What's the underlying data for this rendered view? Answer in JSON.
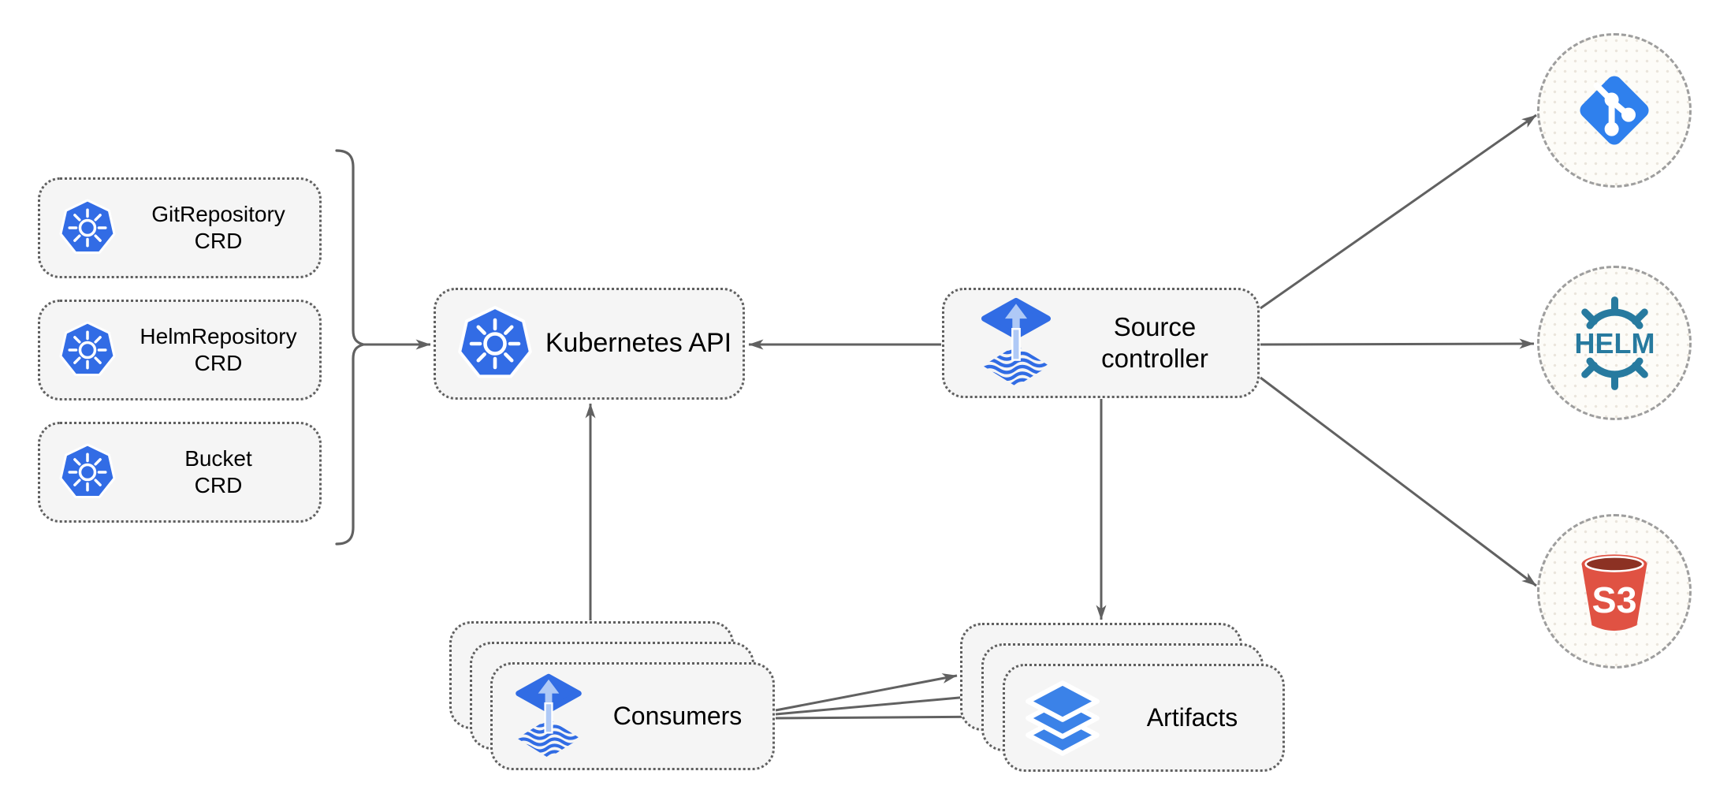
{
  "nodes": {
    "git_repository_crd": {
      "line1": "GitRepository",
      "line2": "CRD",
      "icon": "kubernetes-icon"
    },
    "helm_repository_crd": {
      "line1": "HelmRepository",
      "line2": "CRD",
      "icon": "kubernetes-icon"
    },
    "bucket_crd": {
      "line1": "Bucket",
      "line2": "CRD",
      "icon": "kubernetes-icon"
    },
    "kubernetes_api": {
      "label": "Kubernetes API",
      "icon": "kubernetes-icon"
    },
    "source_controller": {
      "line1": "Source",
      "line2": "controller",
      "icon": "flux-icon"
    },
    "consumers": {
      "label": "Consumers",
      "icon": "flux-icon",
      "stacked": 3
    },
    "artifacts": {
      "label": "Artifacts",
      "icon": "layers-icon",
      "stacked": 3
    },
    "git_source": {
      "icon": "git-branch-icon"
    },
    "helm_source": {
      "icon": "helm-wheel-icon",
      "text": "HELM"
    },
    "s3_source": {
      "icon": "s3-bucket-icon",
      "text": "S3"
    }
  },
  "edges": [
    {
      "from": "crd-group-bracket",
      "to": "kubernetes-api"
    },
    {
      "from": "source-controller",
      "to": "kubernetes-api"
    },
    {
      "from": "consumers",
      "to": "kubernetes-api"
    },
    {
      "from": "source-controller",
      "to": "artifacts"
    },
    {
      "from": "consumers",
      "to": "artifacts",
      "count": 3
    },
    {
      "from": "source-controller",
      "to": "git-source"
    },
    {
      "from": "source-controller",
      "to": "helm-source"
    },
    {
      "from": "source-controller",
      "to": "s3-source"
    }
  ],
  "colors": {
    "kubernetes_blue": "#326CE5",
    "flux_blue": "#316CE4",
    "flux_light_blue": "#AFC9F6",
    "git_blue": "#2F80ED",
    "helm_teal": "#277A9F",
    "s3_red": "#E05243",
    "s3_dark_red": "#8C3123",
    "layers_blue": "#3B82E8",
    "node_fill": "#F5F5F5",
    "edge_gray": "#616161"
  }
}
